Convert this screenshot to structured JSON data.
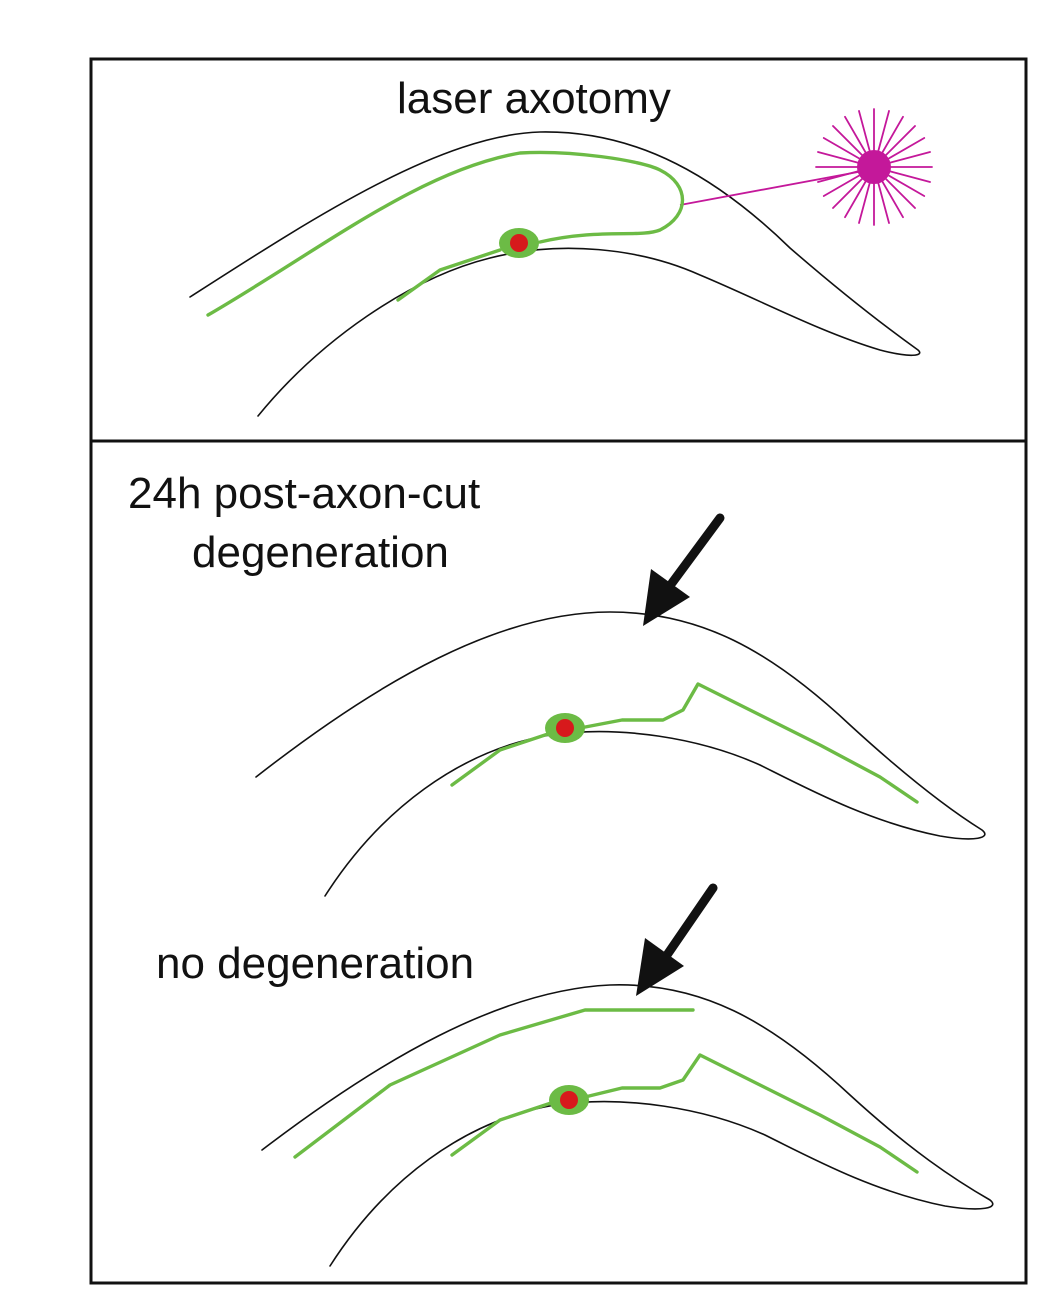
{
  "panels": {
    "top": {
      "title": "laser axotomy"
    },
    "bottom": {
      "title_line1": "24h post-axon-cut",
      "title_line2": "degeneration",
      "subtitle": "no degeneration"
    }
  },
  "colors": {
    "axon": "#6cbb45",
    "soma_outer": "#6cbb45",
    "soma_inner": "#d7191c",
    "laser": "#c4189a",
    "outline": "#111111",
    "arrow": "#111111"
  },
  "icons": {
    "laser": "laser-burst-icon",
    "arrow": "arrow-down-left-icon"
  }
}
